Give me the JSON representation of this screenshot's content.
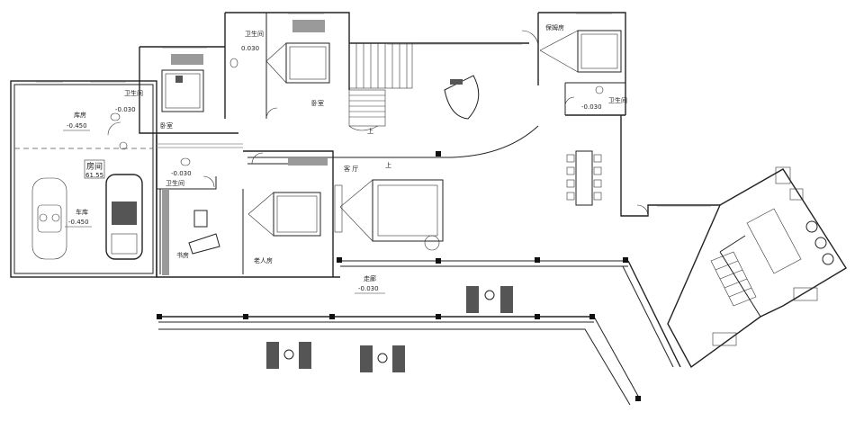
{
  "labels": {
    "garage_room": "库房",
    "garage_room_level": "-0.450",
    "garage": "车库",
    "garage_level": "-0.450",
    "boxed_room": "房间",
    "boxed_area": "61.55",
    "bath_left": "卫生间",
    "bath_left_level": "-0.030",
    "bedroom_left": "卧室",
    "bath_top": "卫生间",
    "bath_top_level": "0.030",
    "bedroom_top": "卧室",
    "bath_mid": "卫生间",
    "bath_mid_level": "-0.030",
    "study": "书房",
    "elder_room": "老人房",
    "living": "客 厅",
    "guest_room": "保姆房",
    "bath_right": "卫生间",
    "bath_right_level": "-0.030",
    "corridor": "走廊",
    "corridor_level": "-0.030",
    "stair_up_1": "上",
    "stair_up_2": "上"
  }
}
